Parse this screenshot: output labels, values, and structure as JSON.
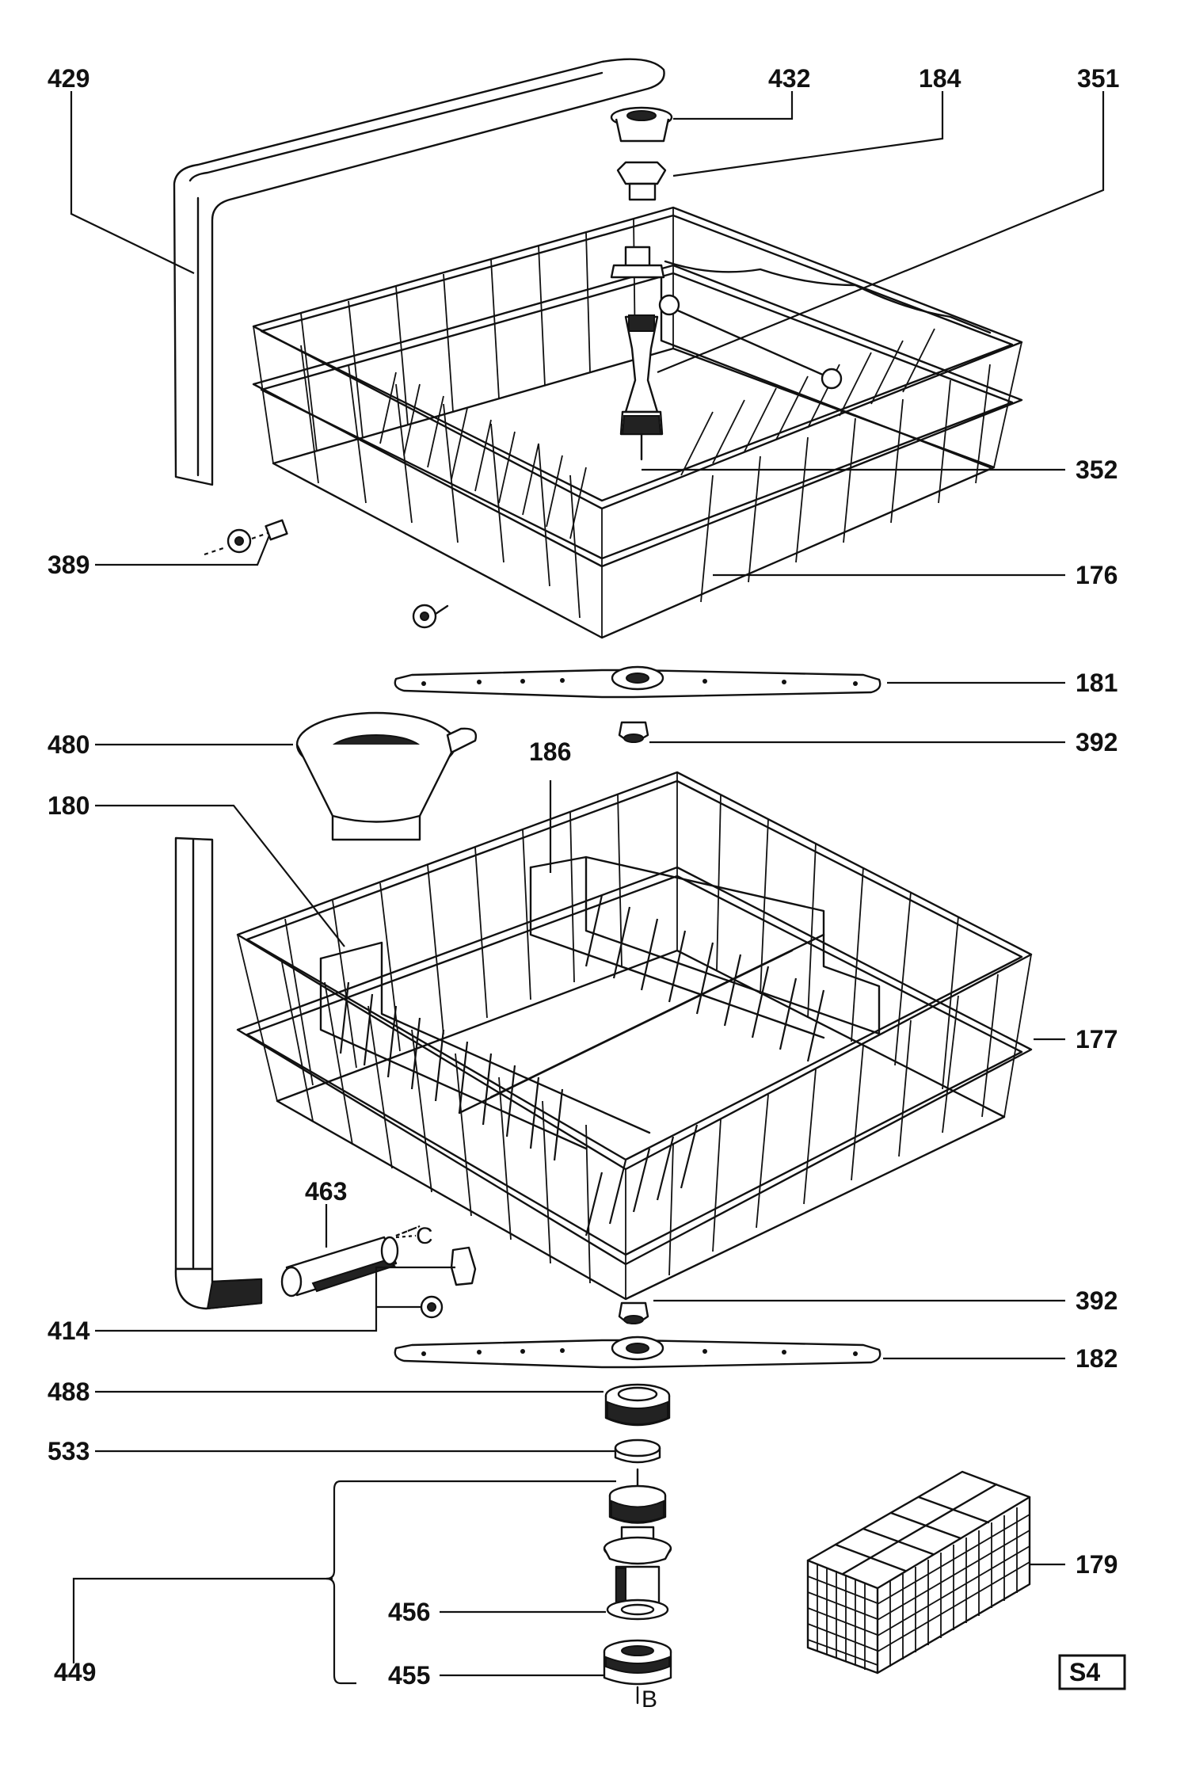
{
  "callouts": {
    "c429": "429",
    "c432": "432",
    "c184": "184",
    "c351": "351",
    "c352": "352",
    "c389": "389",
    "c176": "176",
    "c181": "181",
    "c392a": "392",
    "c480": "480",
    "c186": "186",
    "c180": "180",
    "c177": "177",
    "c463": "463",
    "c414": "414",
    "c392b": "392",
    "c182": "182",
    "c488": "488",
    "c533": "533",
    "c449": "449",
    "c456": "456",
    "c455": "455",
    "c179": "179"
  },
  "markers": {
    "c": "C",
    "b": "B"
  },
  "sheet_id": "S4"
}
